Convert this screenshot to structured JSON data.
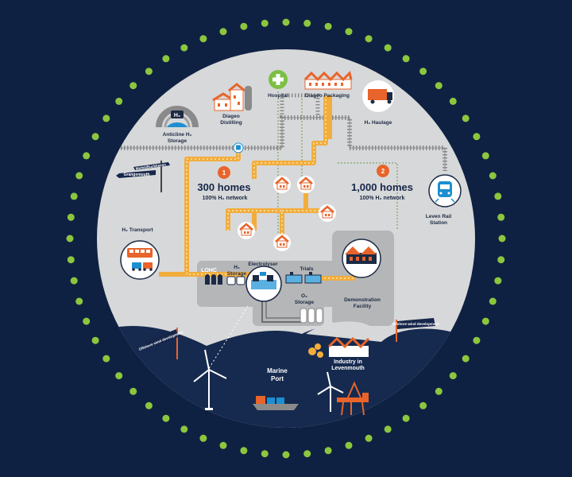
{
  "labels": {
    "hospital": "Hospital",
    "diageo_packaging": "Diageo Packaging",
    "diageo_distilling_1": "Diageo",
    "diageo_distilling_2": "Distilling",
    "anticline_1": "Anticline H₂",
    "anticline_2": "Storage",
    "h2_haulage": "H₂ Haulage",
    "leven_rail_1": "Leven Rail",
    "leven_rail_2": "Station",
    "h2_transport": "H₂ Transport",
    "lohc": "LOHC",
    "h2_storage_1": "H₂",
    "h2_storage_2": "Storage",
    "electrolyser": "Electrolyser",
    "trials": "Trials",
    "o2_storage_1": "O₂",
    "o2_storage_2": "Storage",
    "demo_1": "Demonstration",
    "demo_2": "Facility",
    "industry_1": "Industry in",
    "industry_2": "Levenmouth",
    "marine_1": "Marine",
    "marine_2": "Port",
    "sign_methil": "Methil/Buckhaven",
    "sign_grangemouth": "Grangemouth",
    "sign_offshore_left": "Offshore wind development",
    "sign_offshore_right": "Offshore wind development",
    "anticline_badge": "H₂"
  },
  "phases": [
    {
      "number": "1",
      "homes": "300 homes",
      "network": "100% H₂ network"
    },
    {
      "number": "2",
      "homes": "1,000 homes",
      "network": "100% H₂ network"
    }
  ],
  "colors": {
    "background": "#0f2142",
    "circle": "#d7d8d9",
    "dots": "#8cc63f",
    "pipe": "#f2ad3c",
    "roof": "#e8642b",
    "sea": "#162a4f",
    "green_cross": "#7cbf45",
    "rail": "#8a8a8a",
    "panel": "#b5b6b8"
  },
  "icons": [
    "hospital-icon",
    "factory-icon",
    "truck-icon",
    "train-icon",
    "bus-icon",
    "house-icon",
    "wind-turbine-icon",
    "ship-icon",
    "oil-rig-icon",
    "tank-icon",
    "electrolyser-icon"
  ]
}
